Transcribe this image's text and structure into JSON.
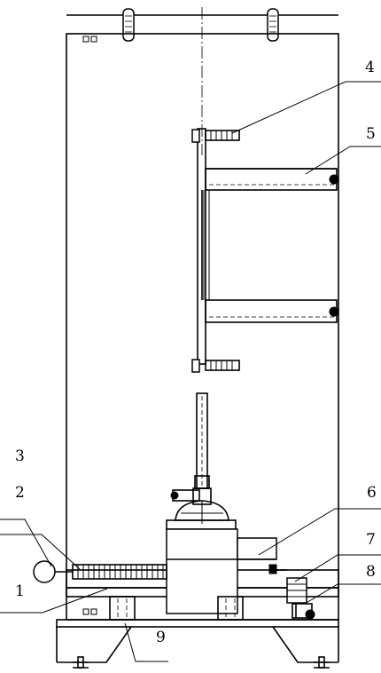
{
  "figure": {
    "callouts": [
      {
        "number": "1"
      },
      {
        "number": "2"
      },
      {
        "number": "3"
      },
      {
        "number": "4"
      },
      {
        "number": "5"
      },
      {
        "number": "6"
      },
      {
        "number": "7"
      },
      {
        "number": "8"
      },
      {
        "number": "9"
      }
    ]
  }
}
